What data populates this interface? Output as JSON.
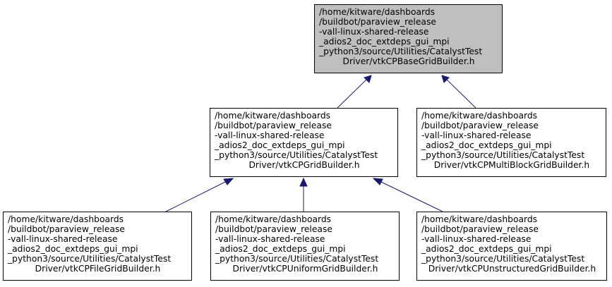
{
  "colors": {
    "root_fill": "#bfbfbf",
    "node_fill": "#ffffff",
    "edge": "#191970"
  },
  "nodes": {
    "root": {
      "lines": [
        "/home/kitware/dashboards",
        "/buildbot/paraview_release",
        "-vall-linux-shared-release",
        "_adios2_doc_extdeps_gui_mpi",
        "_python3/source/Utilities/CatalystTest",
        "Driver/vtkCPBaseGridBuilder.h"
      ]
    },
    "grid": {
      "lines": [
        "/home/kitware/dashboards",
        "/buildbot/paraview_release",
        "-vall-linux-shared-release",
        "_adios2_doc_extdeps_gui_mpi",
        "_python3/source/Utilities/CatalystTest",
        "Driver/vtkCPGridBuilder.h"
      ]
    },
    "multiblock": {
      "lines": [
        "/home/kitware/dashboards",
        "/buildbot/paraview_release",
        "-vall-linux-shared-release",
        "_adios2_doc_extdeps_gui_mpi",
        "_python3/source/Utilities/CatalystTest",
        "Driver/vtkCPMultiBlockGridBuilder.h"
      ]
    },
    "file": {
      "lines": [
        "/home/kitware/dashboards",
        "/buildbot/paraview_release",
        "-vall-linux-shared-release",
        "_adios2_doc_extdeps_gui_mpi",
        "_python3/source/Utilities/CatalystTest",
        "Driver/vtkCPFileGridBuilder.h"
      ]
    },
    "uniform": {
      "lines": [
        "/home/kitware/dashboards",
        "/buildbot/paraview_release",
        "-vall-linux-shared-release",
        "_adios2_doc_extdeps_gui_mpi",
        "_python3/source/Utilities/CatalystTest",
        "Driver/vtkCPUniformGridBuilder.h"
      ]
    },
    "unstructured": {
      "lines": [
        "/home/kitware/dashboards",
        "/buildbot/paraview_release",
        "-vall-linux-shared-release",
        "_adios2_doc_extdeps_gui_mpi",
        "_python3/source/Utilities/CatalystTest",
        "Driver/vtkCPUnstructuredGridBuilder.h"
      ]
    }
  }
}
